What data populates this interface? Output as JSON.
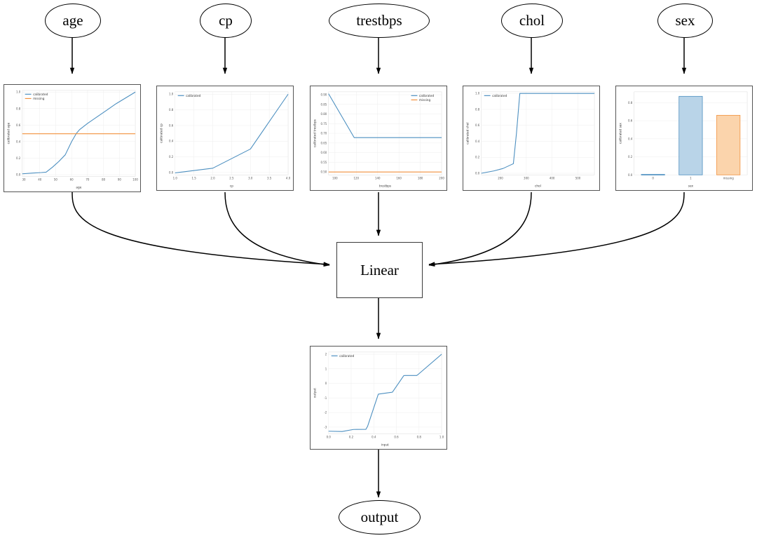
{
  "graph": {
    "input_nodes": [
      {
        "id": "age",
        "label": "age"
      },
      {
        "id": "cp",
        "label": "cp"
      },
      {
        "id": "trestbps",
        "label": "trestbps"
      },
      {
        "id": "chol",
        "label": "chol"
      },
      {
        "id": "sex",
        "label": "sex"
      }
    ],
    "linear_node": {
      "label": "Linear"
    },
    "output_node": {
      "label": "output"
    },
    "edge_color": "#000000"
  },
  "colors": {
    "calibrated": "#4c8fc0",
    "missing": "#f2913d",
    "bar_blue_fill": "#b9d4e8",
    "bar_blue_edge": "#4c8fc0",
    "bar_orange_fill": "#fbd4ac",
    "bar_orange_edge": "#f2913d",
    "panel_border": "#555555",
    "grid": "#e8e8e8",
    "axis_text": "#555555"
  },
  "chart_data": [
    {
      "id": "age",
      "type": "line",
      "title": "",
      "xlabel": "age",
      "ylabel": "calibrated age",
      "xlim": [
        29,
        100
      ],
      "ylim": [
        -0.02,
        1.02
      ],
      "xticks": [
        30,
        40,
        50,
        60,
        70,
        80,
        90,
        100
      ],
      "yticks": [
        0.0,
        0.2,
        0.4,
        0.6,
        0.8,
        1.0
      ],
      "xticklabels": [
        "30",
        "40",
        "50",
        "60",
        "70",
        "80",
        "90",
        "100"
      ],
      "yticklabels": [
        "0.0",
        "0.2",
        "0.4",
        "0.6",
        "0.8",
        "1.0"
      ],
      "grid": true,
      "legend": [
        "calibrated",
        "missing"
      ],
      "legend_position": "upper left",
      "series": [
        {
          "name": "calibrated",
          "color": "#4c8fc0",
          "x": [
            29,
            35,
            41,
            44,
            48,
            52,
            56,
            60,
            63,
            65,
            70,
            76,
            82,
            88,
            94,
            100
          ],
          "y": [
            0.01,
            0.018,
            0.025,
            0.03,
            0.09,
            0.16,
            0.24,
            0.4,
            0.5,
            0.545,
            0.62,
            0.7,
            0.78,
            0.86,
            0.93,
            1.0
          ]
        },
        {
          "name": "missing",
          "color": "#f2913d",
          "x": [
            29,
            100
          ],
          "y": [
            0.495,
            0.495
          ]
        }
      ]
    },
    {
      "id": "cp",
      "type": "line",
      "title": "",
      "xlabel": "cp",
      "ylabel": "calibrated cp",
      "xlim": [
        1.0,
        4.0
      ],
      "ylim": [
        -0.03,
        1.03
      ],
      "xticks": [
        1.0,
        1.5,
        2.0,
        2.5,
        3.0,
        3.5,
        4.0
      ],
      "yticks": [
        0.0,
        0.2,
        0.4,
        0.6,
        0.8,
        1.0
      ],
      "xticklabels": [
        "1.0",
        "1.5",
        "2.0",
        "2.5",
        "3.0",
        "3.5",
        "4.0"
      ],
      "yticklabels": [
        "0.0",
        "0.2",
        "0.4",
        "0.6",
        "0.8",
        "1.0"
      ],
      "grid": true,
      "legend": [
        "calibrated"
      ],
      "legend_position": "upper left",
      "series": [
        {
          "name": "calibrated",
          "color": "#4c8fc0",
          "x": [
            1.0,
            2.0,
            3.0,
            4.0
          ],
          "y": [
            -0.005,
            0.055,
            0.3,
            1.0
          ]
        }
      ]
    },
    {
      "id": "trestbps",
      "type": "line",
      "title": "",
      "xlabel": "trestbps",
      "ylabel": "calibrated trestbps",
      "xlim": [
        94,
        200
      ],
      "ylim": [
        0.485,
        0.915
      ],
      "xticks": [
        100,
        120,
        140,
        160,
        180,
        200
      ],
      "yticks": [
        0.5,
        0.55,
        0.6,
        0.65,
        0.7,
        0.75,
        0.8,
        0.85,
        0.9
      ],
      "xticklabels": [
        "100",
        "120",
        "140",
        "160",
        "180",
        "200"
      ],
      "yticklabels": [
        "0.50",
        "0.55",
        "0.60",
        "0.65",
        "0.70",
        "0.75",
        "0.80",
        "0.85",
        "0.90"
      ],
      "grid": true,
      "legend": [
        "calibrated",
        "missing"
      ],
      "legend_position": "upper right",
      "series": [
        {
          "name": "calibrated",
          "color": "#4c8fc0",
          "x": [
            94,
            118,
            200
          ],
          "y": [
            0.905,
            0.678,
            0.678
          ]
        },
        {
          "name": "missing",
          "color": "#f2913d",
          "x": [
            94,
            200
          ],
          "y": [
            0.5,
            0.5
          ]
        }
      ]
    },
    {
      "id": "chol",
      "type": "line",
      "title": "",
      "xlabel": "chol",
      "ylabel": "calibrated chol",
      "xlim": [
        126,
        564
      ],
      "ylim": [
        -0.02,
        1.02
      ],
      "xticks": [
        200,
        300,
        400,
        500
      ],
      "yticks": [
        0.0,
        0.2,
        0.4,
        0.6,
        0.8,
        1.0
      ],
      "xticklabels": [
        "200",
        "300",
        "400",
        "500"
      ],
      "yticklabels": [
        "0.0",
        "0.2",
        "0.4",
        "0.6",
        "0.8",
        "1.0"
      ],
      "grid": true,
      "legend": [
        "calibrated"
      ],
      "legend_position": "upper left",
      "series": [
        {
          "name": "calibrated",
          "color": "#4c8fc0",
          "x": [
            126,
            175,
            210,
            240,
            250,
            262,
            275,
            300,
            564
          ],
          "y": [
            0.0,
            0.03,
            0.06,
            0.105,
            0.12,
            0.5,
            1.0,
            1.0,
            1.0
          ]
        }
      ]
    },
    {
      "id": "sex",
      "type": "bar",
      "title": "",
      "xlabel": "sex",
      "ylabel": "calibrated sex",
      "ylim": [
        0.0,
        0.92
      ],
      "yticks": [
        0.0,
        0.2,
        0.4,
        0.6,
        0.8
      ],
      "yticklabels": [
        "0.0",
        "0.2",
        "0.4",
        "0.6",
        "0.8"
      ],
      "categories": [
        "0",
        "1",
        "missing"
      ],
      "values": [
        0.005,
        0.87,
        0.66
      ],
      "bar_colors": [
        "#4c8fc0",
        "#b9d4e8",
        "#fbd4ac"
      ],
      "bar_edges": [
        "#4c8fc0",
        "#4c8fc0",
        "#f2913d"
      ],
      "grid": true,
      "legend": [],
      "legend_position": "none"
    },
    {
      "id": "output",
      "type": "line",
      "title": "",
      "xlabel": "input",
      "ylabel": "output",
      "xlim": [
        0.0,
        1.0
      ],
      "ylim": [
        -3.45,
        2.15
      ],
      "xticks": [
        0.0,
        0.2,
        0.4,
        0.6,
        0.8,
        1.0
      ],
      "yticks": [
        -3,
        -2,
        -1,
        0,
        1,
        2
      ],
      "xticklabels": [
        "0.0",
        "0.2",
        "0.4",
        "0.6",
        "0.8",
        "1.0"
      ],
      "yticklabels": [
        "-3",
        "-2",
        "-1",
        "0",
        "1",
        "2"
      ],
      "grid": true,
      "legend": [
        "calibrated"
      ],
      "legend_position": "upper left",
      "series": [
        {
          "name": "calibrated",
          "color": "#4c8fc0",
          "x": [
            0.0,
            0.12,
            0.22,
            0.33,
            0.345,
            0.44,
            0.455,
            0.55,
            0.565,
            0.665,
            0.675,
            0.78,
            0.79,
            1.0
          ],
          "y": [
            -3.28,
            -3.3,
            -3.16,
            -3.15,
            -2.95,
            -0.74,
            -0.72,
            -0.62,
            -0.6,
            0.53,
            0.545,
            0.54,
            0.6,
            2.0
          ]
        }
      ]
    }
  ]
}
